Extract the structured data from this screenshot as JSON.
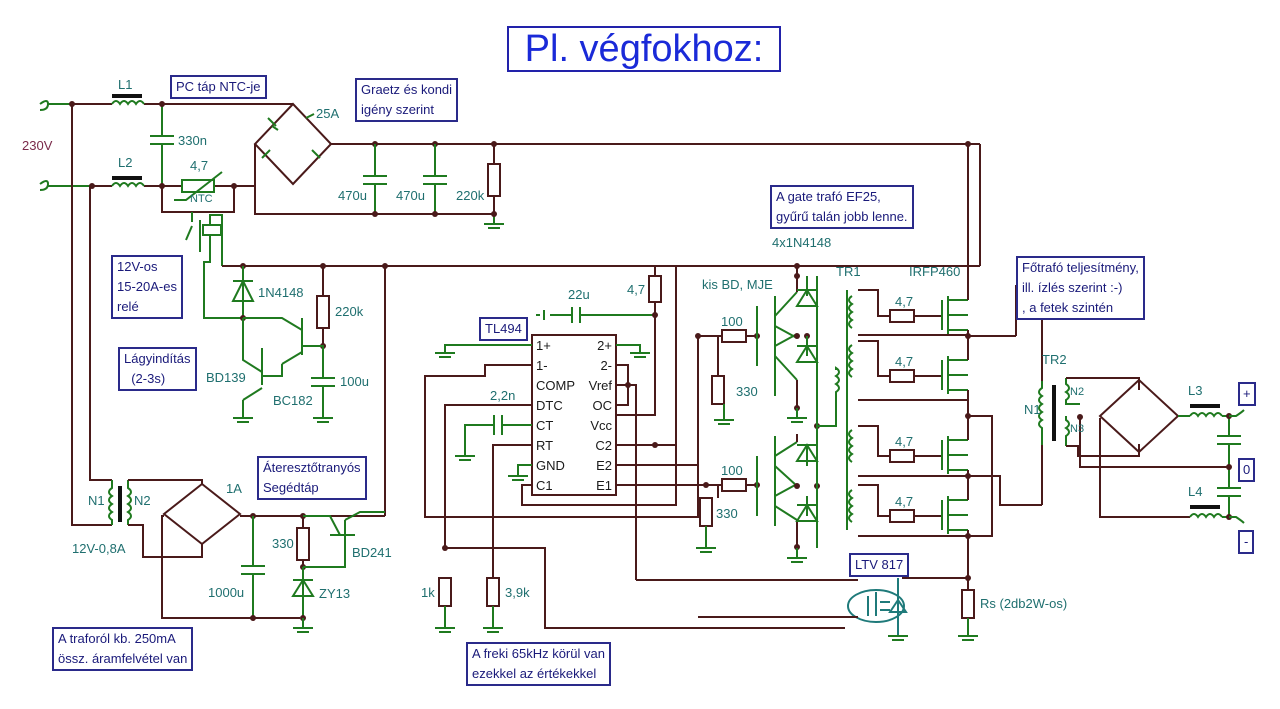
{
  "title": "Pl. végfokhoz:",
  "notes": {
    "pc_ntc": "PC táp NTC-je",
    "graetz": "Graetz és kondi\nigény szerint",
    "relay": "12V-os\n15-20A-es\nrelé",
    "softstart": "Lágyindítás\n  (2-3s)",
    "aux": "Áteresztőtranyós\nSegédtáp",
    "current": "A traforól kb. 250mA\nössz. áramfelvétel van",
    "tl494": "TL494",
    "gate_trafo": "A gate trafó EF25,\ngyűrű talán jobb lenne.",
    "freq": "A freki 65kHz körül van\nezekkel az értékekkel",
    "main_trafo": "Főtrafó teljesítmény,\nill. ízlés szerint :-)\n, a fetek szintén",
    "ltv": "LTV 817",
    "out_plus": "+",
    "out_zero": "0",
    "out_minus": "-"
  },
  "labels": {
    "mains": "230V",
    "l1": "L1",
    "l2": "L2",
    "c330n": "330n",
    "ntc_val": "4,7",
    "ntc": "NTC",
    "bridge_main": "25A",
    "c470a": "470u",
    "c470b": "470u",
    "r220k_bleed": "220k",
    "d1n4148": "1N4148",
    "r220k": "220k",
    "c100u": "100u",
    "bd139": "BD139",
    "bc182": "BC182",
    "n1": "N1",
    "n2": "N2",
    "aux_trafo": "12V-0,8A",
    "bridge_aux": "1A",
    "r330_aux": "330",
    "c1000u": "1000u",
    "zy13": "ZY13",
    "bd241": "BD241",
    "c22u": "22u",
    "r4_7_vcc": "4,7",
    "c2_2n": "2,2n",
    "r1k": "1k",
    "r3_9k": "3,9k",
    "diodes4": "4x1N4148",
    "driver_tr": "kis BD, MJE",
    "r100a": "100",
    "r100b": "100",
    "r330a": "330",
    "r330b": "330",
    "tr1": "TR1",
    "irfp": "IRFP460",
    "rg1": "4,7",
    "rg2": "4,7",
    "rg3": "4,7",
    "rg4": "4,7",
    "tr2": "TR2",
    "tr2_n1": "N1",
    "tr2_n2": "N2",
    "tr2_n3": "N3",
    "l3": "L3",
    "l4": "L4",
    "rs": "Rs (2db2W-os)"
  },
  "ic_pins": {
    "left": [
      "1+",
      "1-",
      "COMP",
      "DTC",
      "CT",
      "RT",
      "GND",
      "C1"
    ],
    "right": [
      "2+",
      "2-",
      "Vref",
      "OC",
      "Vcc",
      "C2",
      "E2",
      "E1"
    ]
  }
}
